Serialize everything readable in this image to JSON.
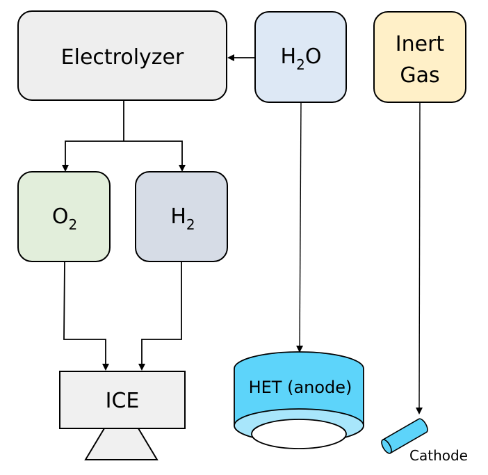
{
  "diagram": {
    "nodes": {
      "electrolyzer": {
        "label": "Electrolyzer",
        "fill": "#eeeeee"
      },
      "water": {
        "label_main": "H",
        "label_sub": "2",
        "label_tail": "O",
        "fill": "#dde8f5"
      },
      "inert_gas": {
        "line1": "Inert",
        "line2": "Gas",
        "fill": "#fff0c8"
      },
      "oxygen": {
        "label_main": "O",
        "label_sub": "2",
        "fill": "#e2eedb"
      },
      "hydrogen": {
        "label_main": "H",
        "label_sub": "2",
        "fill": "#d6dce6"
      },
      "ice": {
        "label": "ICE",
        "fill": "#f0f0f0"
      },
      "het": {
        "label": "HET (anode)",
        "fill": "#5dd4fa",
        "inner_fill": "#a8e6fb"
      },
      "cathode": {
        "label": "Cathode",
        "fill": "#5dd4fa"
      }
    },
    "edges": [
      {
        "from": "water",
        "to": "electrolyzer"
      },
      {
        "from": "electrolyzer",
        "to": "oxygen"
      },
      {
        "from": "electrolyzer",
        "to": "hydrogen"
      },
      {
        "from": "oxygen",
        "to": "ice"
      },
      {
        "from": "hydrogen",
        "to": "ice"
      },
      {
        "from": "water",
        "to": "het"
      },
      {
        "from": "inert_gas",
        "to": "cathode"
      }
    ]
  }
}
